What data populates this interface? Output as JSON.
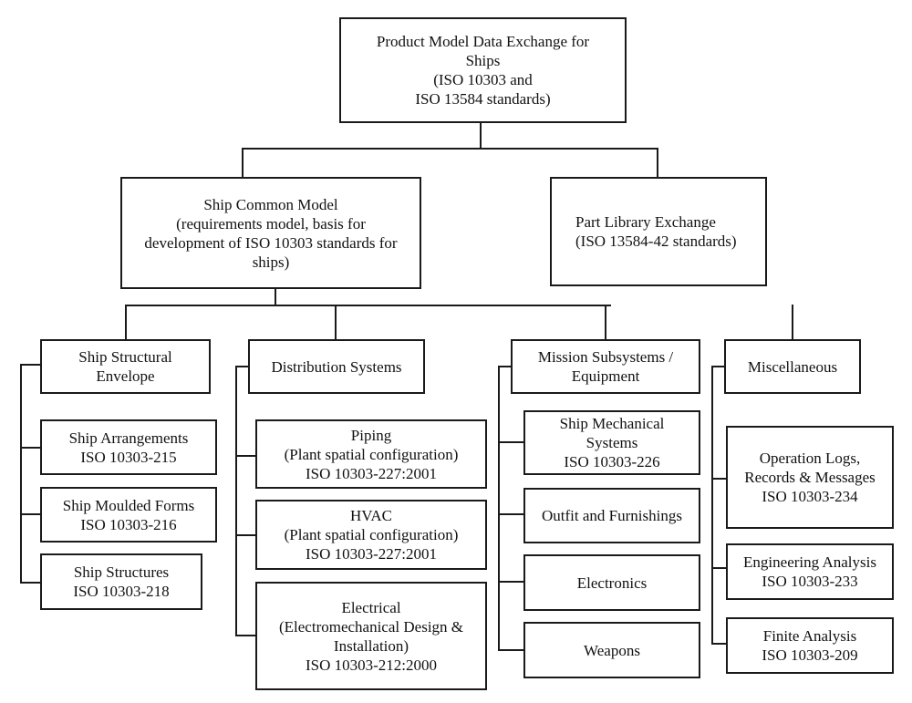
{
  "diagram": {
    "root": {
      "lines": [
        "Product Model Data Exchange for",
        "Ships",
        "(ISO 10303 and",
        "ISO 13584 standards)"
      ]
    },
    "level1": [
      {
        "id": "ship-common-model",
        "lines": [
          "Ship Common Model",
          "(requirements model, basis for",
          "development of ISO 10303 standards for",
          "ships)"
        ]
      },
      {
        "id": "part-library-exchange",
        "lines": [
          "Part Library Exchange",
          "(ISO 13584-42 standards)"
        ]
      }
    ],
    "level2": [
      {
        "id": "ship-structural-envelope",
        "lines": [
          "Ship Structural",
          "Envelope"
        ],
        "children": [
          {
            "lines": [
              "Ship Arrangements",
              "ISO 10303-215"
            ]
          },
          {
            "lines": [
              "Ship Moulded Forms",
              "ISO 10303-216"
            ]
          },
          {
            "lines": [
              "Ship Structures",
              "ISO 10303-218"
            ]
          }
        ]
      },
      {
        "id": "distribution-systems",
        "lines": [
          "Distribution Systems"
        ],
        "children": [
          {
            "lines": [
              "Piping",
              "(Plant spatial configuration)",
              "ISO 10303-227:2001"
            ]
          },
          {
            "lines": [
              "HVAC",
              "(Plant spatial configuration)",
              "ISO 10303-227:2001"
            ]
          },
          {
            "lines": [
              "Electrical",
              "(Electromechanical Design &",
              "Installation)",
              "ISO 10303-212:2000"
            ]
          }
        ]
      },
      {
        "id": "mission-subsystems",
        "lines": [
          "Mission Subsystems /",
          "Equipment"
        ],
        "children": [
          {
            "lines": [
              "Ship Mechanical",
              "Systems",
              "ISO 10303-226"
            ]
          },
          {
            "lines": [
              "Outfit and Furnishings"
            ]
          },
          {
            "lines": [
              "Electronics"
            ]
          },
          {
            "lines": [
              "Weapons"
            ]
          }
        ]
      },
      {
        "id": "miscellaneous",
        "lines": [
          "Miscellaneous"
        ],
        "children": [
          {
            "lines": [
              "Operation Logs,",
              "Records & Messages",
              "ISO 10303-234"
            ]
          },
          {
            "lines": [
              "Engineering Analysis",
              "ISO 10303-233"
            ]
          },
          {
            "lines": [
              "Finite Analysis",
              "ISO 10303-209"
            ]
          }
        ]
      }
    ]
  }
}
